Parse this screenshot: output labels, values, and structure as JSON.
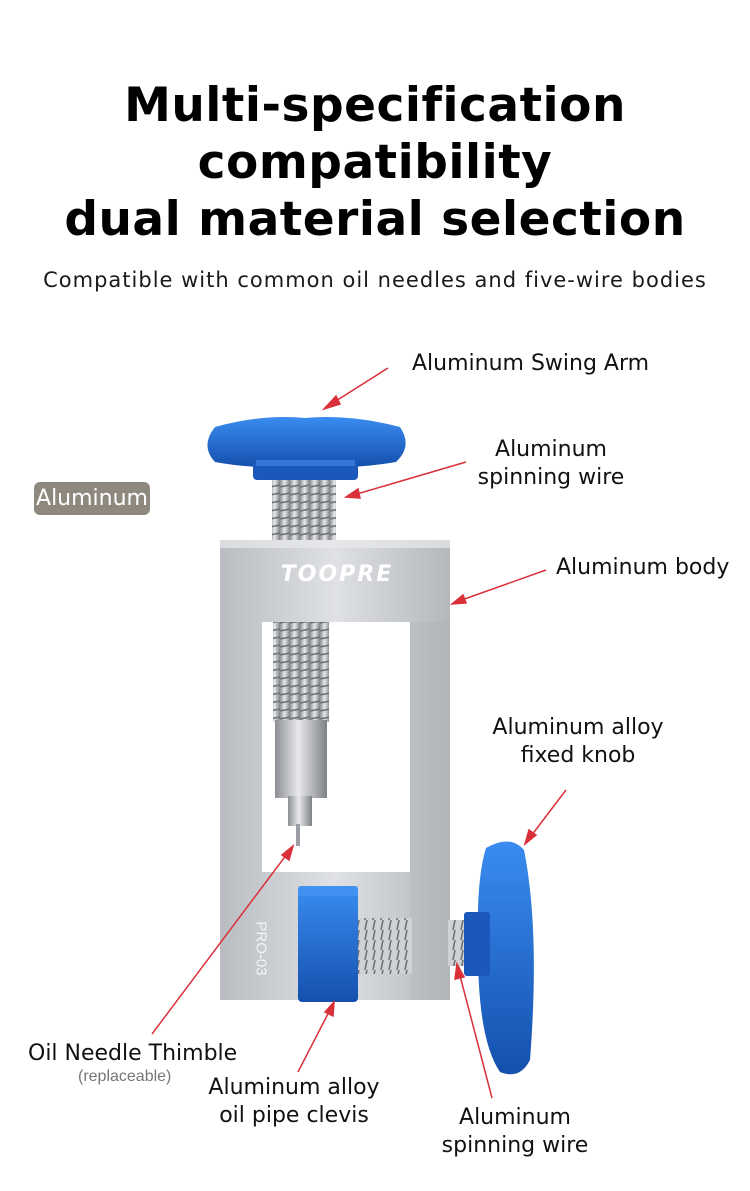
{
  "heading": {
    "line1": "Multi-specification",
    "line2": "compatibility",
    "line3": "dual material selection"
  },
  "subheading": "Compatible with common oil needles and five-wire bodies",
  "material_chip": "Aluminum",
  "brand_mark": "TOOPRE",
  "model_mark": "PRO-03",
  "callouts": {
    "swing_arm": "Aluminum Swing Arm",
    "spinning_wire_top_line1": "Aluminum",
    "spinning_wire_top_line2": "spinning wire",
    "body": "Aluminum body",
    "fixed_knob_line1": "Aluminum alloy",
    "fixed_knob_line2": "fixed knob",
    "thimble": "Oil Needle Thimble",
    "thimble_note": "(replaceable)",
    "clevis_line1": "Aluminum alloy",
    "clevis_line2": "oil pipe clevis",
    "spinning_wire_bottom_line1": "Aluminum",
    "spinning_wire_bottom_line2": "spinning wire"
  },
  "colors": {
    "anodized_blue": "#1d63c8",
    "silver_body": "#c9ccd1",
    "arrow_red": "#d9303a"
  }
}
